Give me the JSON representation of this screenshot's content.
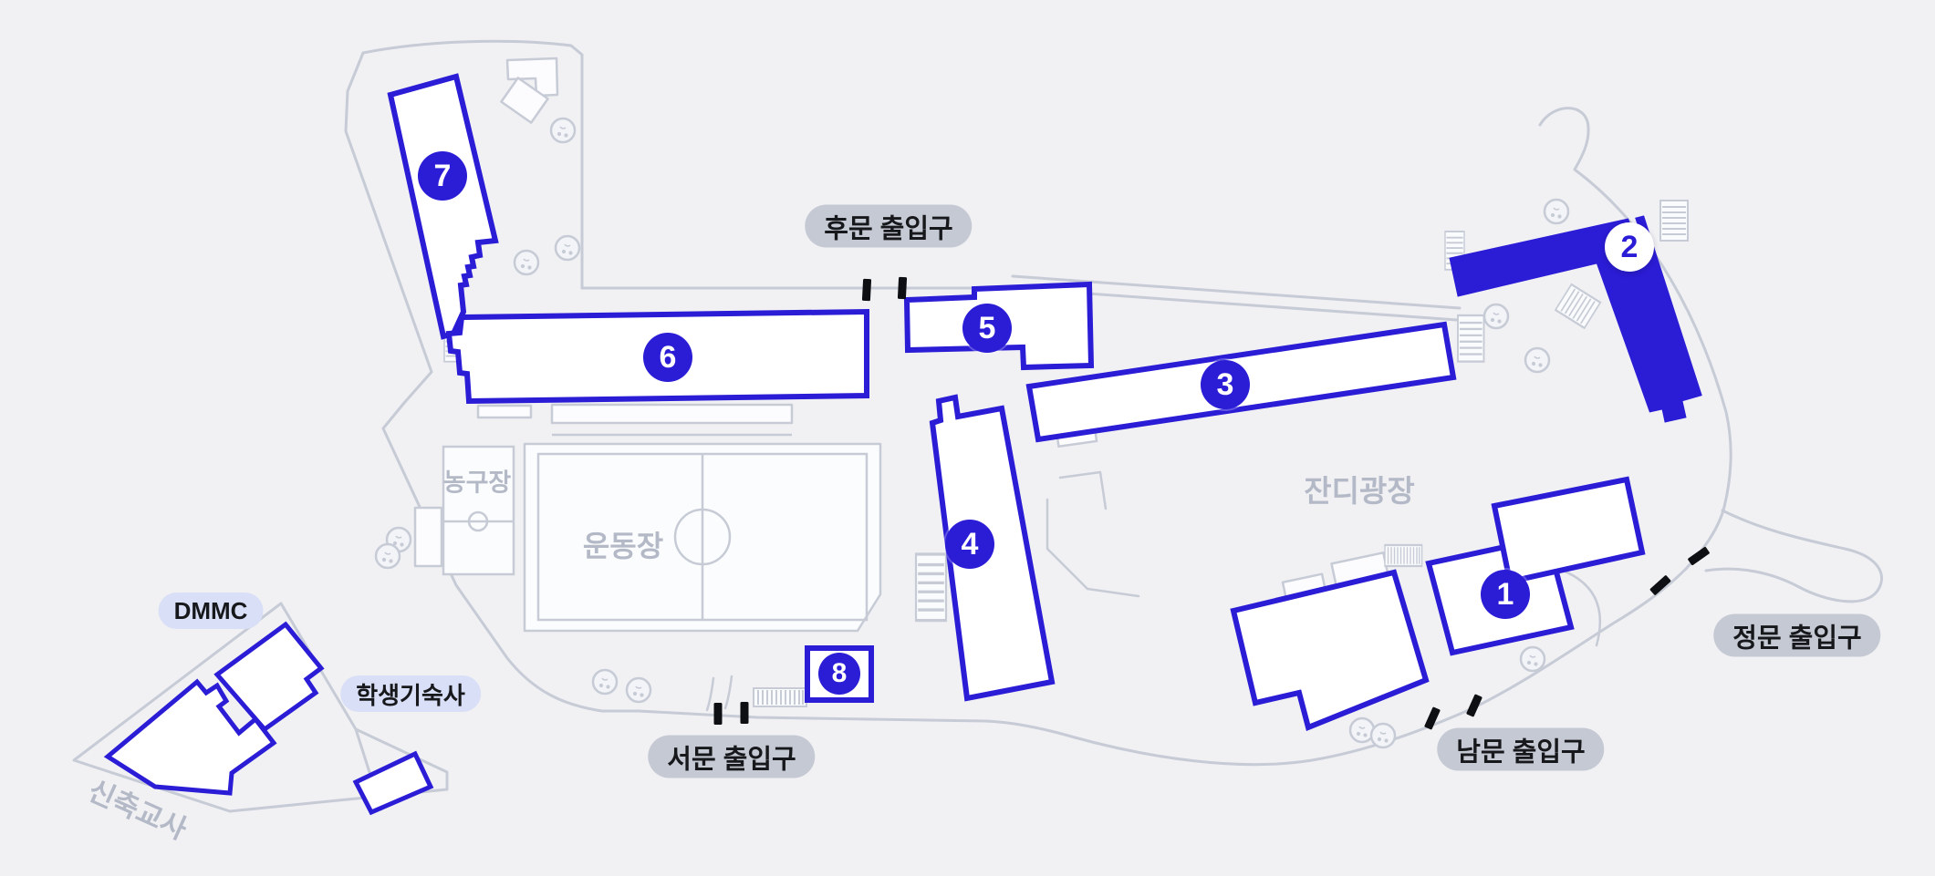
{
  "map": {
    "buildings": [
      {
        "number": "1",
        "highlighted": false
      },
      {
        "number": "2",
        "highlighted": true
      },
      {
        "number": "3",
        "highlighted": false
      },
      {
        "number": "4",
        "highlighted": false
      },
      {
        "number": "5",
        "highlighted": false
      },
      {
        "number": "6",
        "highlighted": false
      },
      {
        "number": "7",
        "highlighted": false
      },
      {
        "number": "8",
        "highlighted": false
      }
    ],
    "gates": {
      "back": {
        "label": "후문 출입구"
      },
      "west": {
        "label": "서문 출입구"
      },
      "south": {
        "label": "남문 출입구"
      },
      "main": {
        "label": "정문 출입구"
      }
    },
    "facilities": {
      "dmmc": {
        "label": "DMMC"
      },
      "dormitory": {
        "label": "학생기숙사"
      }
    },
    "areas": {
      "basketball": {
        "label": "농구장"
      },
      "sports_field": {
        "label": "운동장"
      },
      "lawn_plaza": {
        "label": "잔디광장"
      },
      "new_building": {
        "label": "신축교사"
      }
    },
    "colors": {
      "accent_blue": "#2B1CD6",
      "background": "#F1F1F4",
      "outline_gray": "#C6CBD6",
      "gate_pill": "#C5C9D3",
      "facility_pill": "#D9DFF6",
      "area_text": "#B3B9C6",
      "gate_dash": "#0E0F12"
    }
  }
}
